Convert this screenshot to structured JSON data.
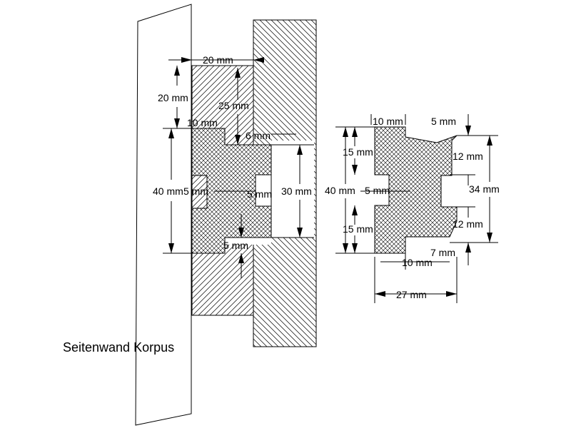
{
  "figure": {
    "side_wall_label": "Seitenwand Korpus",
    "left_assembly": {
      "dims": {
        "top_width": "20 mm",
        "top_height": "20 mm",
        "upper_depth": "25 mm",
        "step_10": "10 mm",
        "gap_6": "6 mm",
        "total_40": "40 mm",
        "slot_5_left": "5 mm",
        "slot_5_right": "5 mm",
        "height_30": "30 mm",
        "bottom_5": "5 mm"
      }
    },
    "right_profile": {
      "dims": {
        "top_10": "10 mm",
        "top_5": "5 mm",
        "upper_15": "15 mm",
        "upper_12": "12 mm",
        "total_40": "40 mm",
        "mid_5": "5 mm",
        "right_34": "34 mm",
        "lower_15": "15 mm",
        "lower_12": "12 mm",
        "bottom_7": "7 mm",
        "bottom_10": "10 mm",
        "width_27": "27 mm"
      }
    }
  }
}
